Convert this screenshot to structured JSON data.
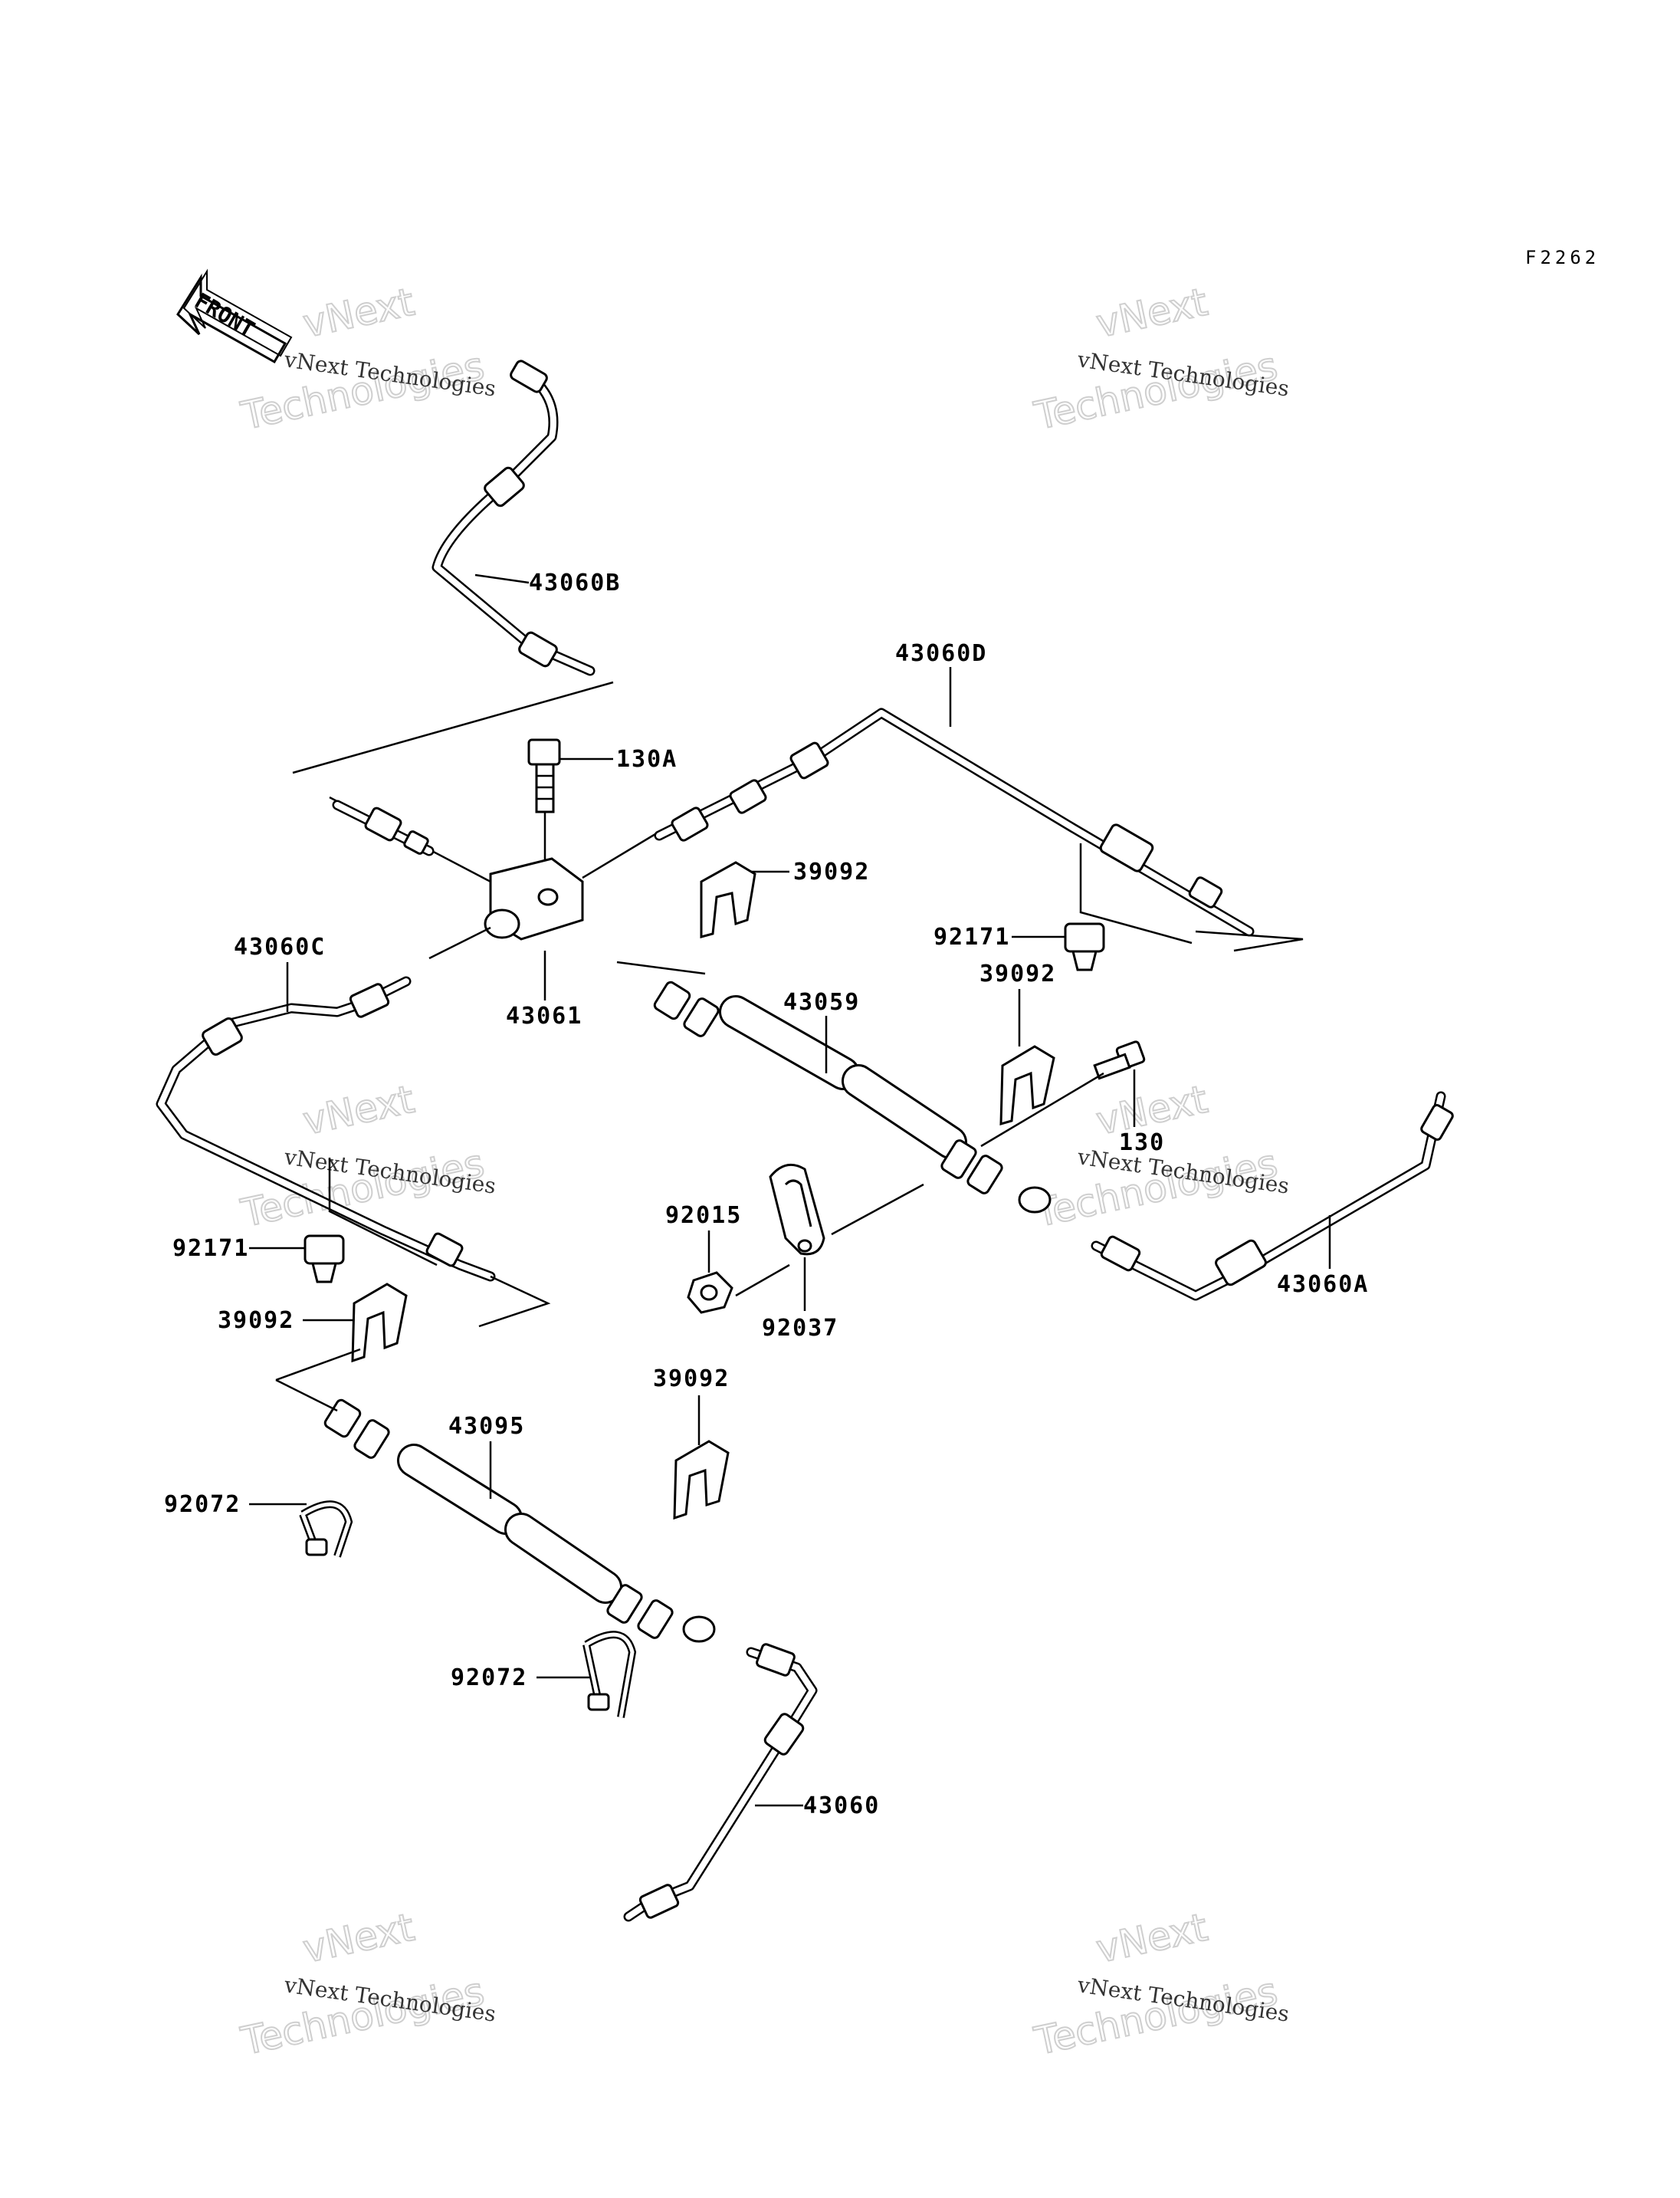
{
  "diagram": {
    "code": "F2262",
    "direction_indicator": "FRONT",
    "watermark": {
      "small": "vNext Technologies",
      "big_line1": "vNext",
      "big_line2": "Technologies"
    },
    "labels": {
      "p43060B": "43060B",
      "p130A": "130A",
      "p43060D": "43060D",
      "p39092_a": "39092",
      "p92171_a": "92171",
      "p39092_b": "39092",
      "p43060C": "43060C",
      "p43061": "43061",
      "p43059": "43059",
      "p130": "130",
      "p92015": "92015",
      "p92037": "92037",
      "p43060A": "43060A",
      "p92171_b": "92171",
      "p39092_c": "39092",
      "p39092_d": "39092",
      "p43095": "43095",
      "p92072_a": "92072",
      "p92072_b": "92072",
      "p43060": "43060"
    }
  }
}
